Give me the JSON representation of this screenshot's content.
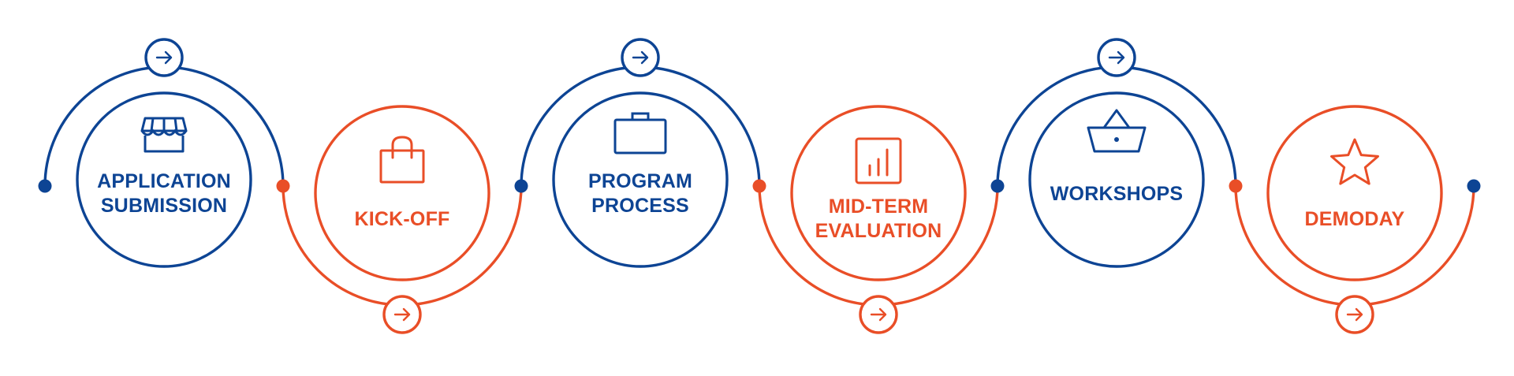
{
  "colors": {
    "blue": "#0d4494",
    "orange": "#e94e27",
    "background": "#ffffff"
  },
  "steps": [
    {
      "lines": [
        "APPLICATION",
        "SUBMISSION"
      ],
      "icon": "storefront-icon",
      "color": "blue",
      "arc": "top"
    },
    {
      "lines": [
        "KICK-OFF"
      ],
      "icon": "shopping-bag-icon",
      "color": "orange",
      "arc": "bottom"
    },
    {
      "lines": [
        "PROGRAM",
        "PROCESS"
      ],
      "icon": "briefcase-icon",
      "color": "blue",
      "arc": "top"
    },
    {
      "lines": [
        "MID-TERM",
        "EVALUATION"
      ],
      "icon": "bar-chart-icon",
      "color": "orange",
      "arc": "bottom"
    },
    {
      "lines": [
        "WORKSHOPS"
      ],
      "icon": "basket-icon",
      "color": "blue",
      "arc": "top"
    },
    {
      "lines": [
        "DEMODAY"
      ],
      "icon": "star-icon",
      "color": "orange",
      "arc": "bottom"
    }
  ],
  "connector_icon": "arrow-right-icon"
}
